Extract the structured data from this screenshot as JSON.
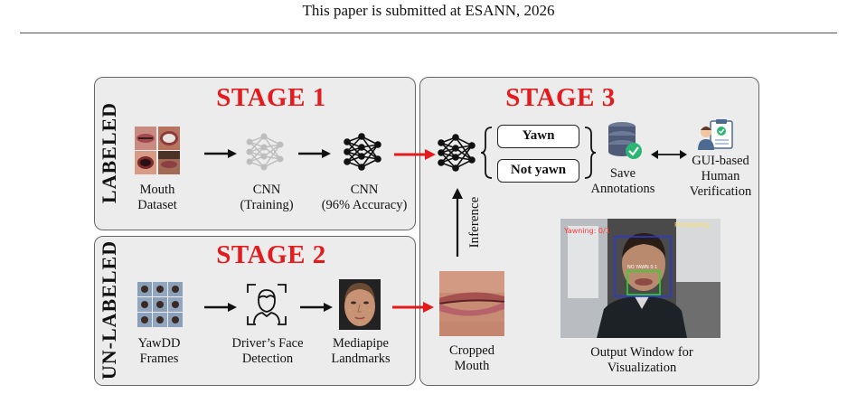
{
  "header": {
    "text": "This paper is submitted at ESANN, 2026"
  },
  "stages": {
    "s1": "STAGE 1",
    "s2": "STAGE 2",
    "s3": "STAGE 3"
  },
  "side_labels": {
    "labeled": "LABELED",
    "unlabeled": "UN-LABELED"
  },
  "captions": {
    "mouth_dataset": "Mouth\nDataset",
    "cnn_training": "CNN\n(Training)",
    "cnn_accuracy": "CNN\n(96% Accuracy)",
    "yawdd_frames": "YawDD\nFrames",
    "face_detection": "Driver’s Face\nDetection",
    "mediapipe": "Mediapipe\nLandmarks",
    "cropped_mouth": "Cropped\nMouth",
    "save_annotations": "Save\nAnnotations",
    "gui_verification": "GUI-based\nHuman\nVerification",
    "output_window": "Output Window for\nVisualization",
    "inference": "Inference"
  },
  "classes": {
    "yawn": "Yawn",
    "not_yawn": "Not yawn"
  },
  "output_overlay": {
    "yawning": "Yawning: 0/1",
    "processing": "Processing: ",
    "no_yawn": "NO YAWN 0.1"
  },
  "colors": {
    "stage_red": "#e41a1c",
    "arrow_red": "#e41a1c",
    "panel_bg": "#ececec"
  },
  "icons": [
    "mouth-grid-image",
    "neural-network-icon",
    "database-check-icon",
    "verification-user-icon",
    "face-scan-icon",
    "face-landmarks-image",
    "cropped-mouth-image",
    "driver-camera-image"
  ]
}
